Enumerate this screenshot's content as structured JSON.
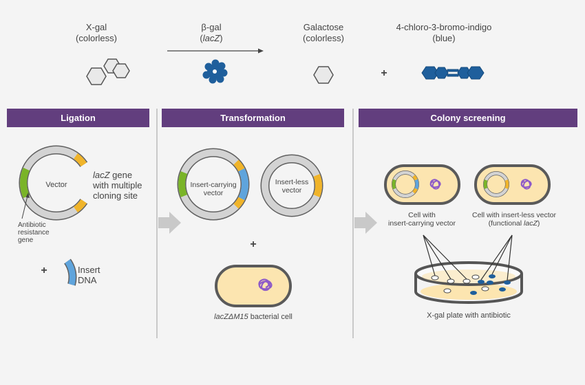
{
  "reaction": {
    "xgal": {
      "name": "X-gal",
      "state": "(colorless)"
    },
    "enzyme": {
      "name": "β-gal",
      "gene": "lacZ"
    },
    "galactose": {
      "name": "Galactose",
      "state": "(colorless)"
    },
    "indigo": {
      "name": "4-chloro-3-bromo-indigo",
      "state": "(blue)"
    },
    "plus": "+"
  },
  "sections": {
    "ligation": "Ligation",
    "transformation": "Transformation",
    "screening": "Colony screening"
  },
  "ligation": {
    "vector": "Vector",
    "lacz_italic": "lacZ",
    "lacz_rest": " gene",
    "lacz_line2": "with multiple",
    "lacz_line3": "cloning site",
    "antibiotic_1": "Antibiotic",
    "antibiotic_2": "resistance",
    "antibiotic_3": "gene",
    "plus": "+",
    "insert_1": "Insert",
    "insert_2": "DNA"
  },
  "transformation": {
    "insert_vector_1": "Insert-carrying",
    "insert_vector_2": "vector",
    "insertless_vector_1": "Insert-less",
    "insertless_vector_2": "vector",
    "plus": "+",
    "cell_italic": "lacZΔM15",
    "cell_rest": " bacterial cell"
  },
  "screening": {
    "cell1_line1": "Cell with",
    "cell1_line2": "insert-carrying vector",
    "cell2_line1": "Cell with insert-less vector",
    "cell2_pre": "(functional ",
    "cell2_italic": "lacZ",
    "cell2_post": ")",
    "plate": "X-gal plate with antibiotic"
  },
  "colors": {
    "header": "#623e7e",
    "plasmid_gray": "#d3d3d3",
    "green_gene": "#7ab428",
    "yellow_lacz": "#f0b42a",
    "insert_blue": "#5fa4dc",
    "dna_purple": "#8e5bc8",
    "cell_fill": "#fce5b0",
    "indigo_blue": "#1f5f9c"
  },
  "icons": [
    "hexagon-icon",
    "enzyme-blob-icon",
    "indigo-molecule-icon",
    "arrow-right-icon",
    "plasmid-icon",
    "bacterial-cell-icon",
    "petri-dish-icon"
  ]
}
